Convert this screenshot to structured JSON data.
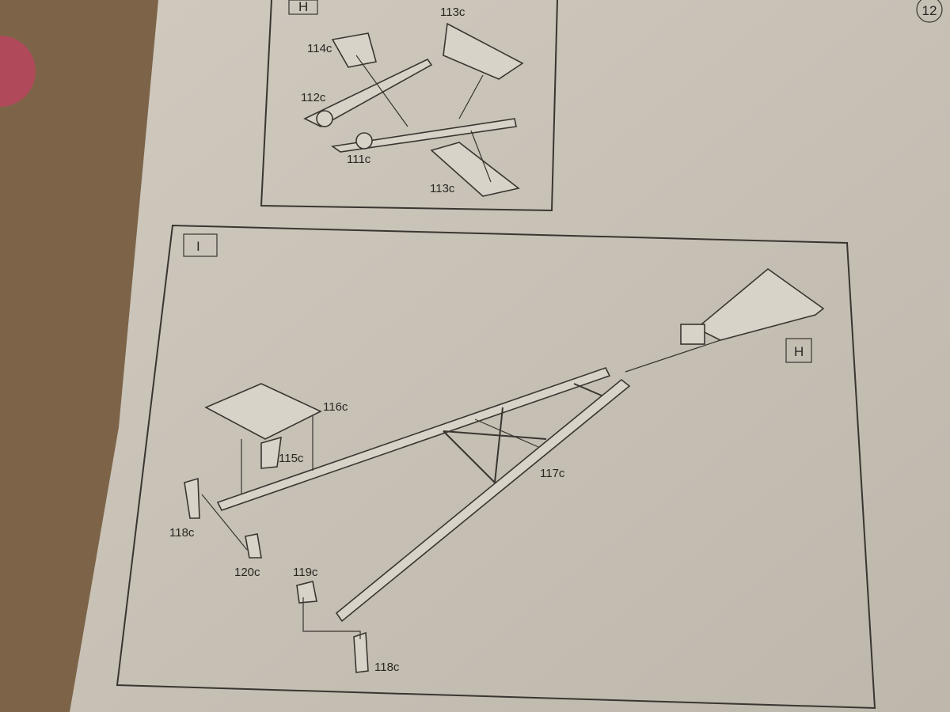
{
  "page_number": "12",
  "panel_h": {
    "tag": "H",
    "labels": [
      "114c",
      "113c",
      "112c",
      "111c",
      "113c"
    ]
  },
  "panel_i": {
    "tag": "I",
    "ref_tag": "H",
    "labels": [
      "116c",
      "115c",
      "117c",
      "118c",
      "120c",
      "119c",
      "118c"
    ]
  },
  "colors": {
    "paper": "#c8c2b7",
    "table": "#7d6448",
    "ink": "#2a2622"
  }
}
